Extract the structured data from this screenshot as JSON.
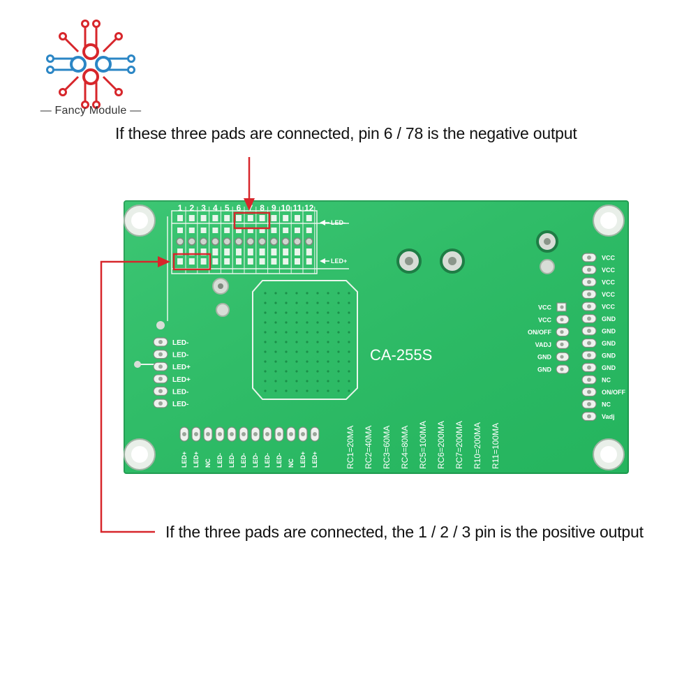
{
  "brand": {
    "name": "Fancy Module",
    "accent_red": "#d7262b",
    "accent_blue": "#2b86c5"
  },
  "annotations": {
    "top": "If these three pads are connected, pin 6 / 78 is the negative output",
    "bottom": "If the three pads are connected, the 1 / 2 / 3 pin is the positive output"
  },
  "board": {
    "model": "CA-255S",
    "color": "#27c064",
    "pin_numbers": [
      "1",
      "2",
      "3",
      "4",
      "5",
      "6",
      "7",
      "8",
      "9",
      "10",
      "11",
      "12"
    ],
    "rail_labels": [
      "LED-",
      "LED+"
    ],
    "left_labels": [
      "LED-",
      "LED-",
      "LED+",
      "LED+",
      "LED-",
      "LED-"
    ],
    "bottom_pin_labels": [
      "LED+",
      "LED+",
      "NC",
      "LED-",
      "LED-",
      "LED-",
      "LED-",
      "LED-",
      "LED-",
      "NC",
      "LED+",
      "LED+"
    ],
    "resistor_labels": [
      "RC1=20MA",
      "RC2=40MA",
      "RC3=60MA",
      "RC4=80MA",
      "RC5=100MA",
      "RC6=200MA",
      "RC7=200MA",
      "R10=200MA",
      "R11=100MA"
    ],
    "mid_labels": [
      "VCC",
      "VCC",
      "ON/OFF",
      "VADJ",
      "GND",
      "GND"
    ],
    "right_labels": [
      "VCC",
      "VCC",
      "VCC",
      "VCC",
      "VCC",
      "GND",
      "GND",
      "GND",
      "GND",
      "GND",
      "NC",
      "ON/OFF",
      "NC",
      "Vadj"
    ]
  }
}
